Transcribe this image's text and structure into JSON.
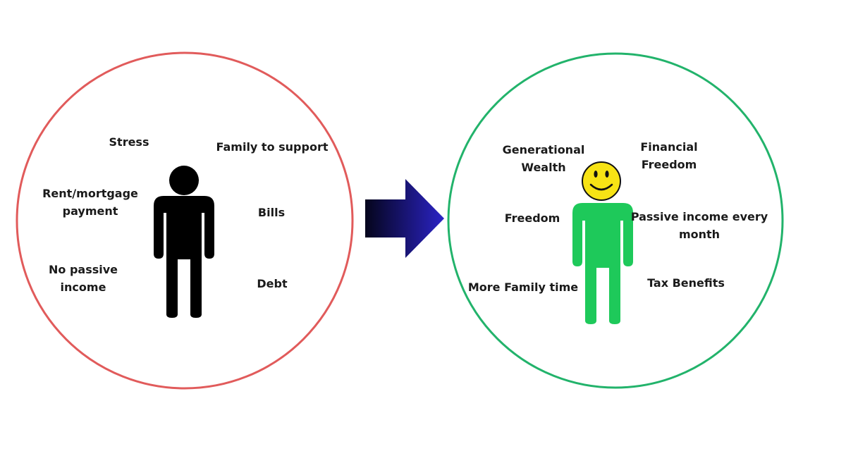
{
  "colors": {
    "before_circle": "#e15b5b",
    "after_circle": "#22b36b",
    "before_figure": "#000000",
    "after_figure": "#1ec95a",
    "smiley_face": "#f7e315",
    "arrow_start": "#05051c",
    "arrow_end": "#2b23c6"
  },
  "icons": {
    "before_person": "person-silhouette-icon",
    "after_person": "happy-person-icon",
    "transition": "right-arrow-icon"
  },
  "before": {
    "labels": {
      "stress": "Stress",
      "family": "Family to support",
      "rent": [
        "Rent/mortgage",
        "payment"
      ],
      "bills": "Bills",
      "no_passive": [
        "No passive",
        "income"
      ],
      "debt": "Debt"
    }
  },
  "after": {
    "labels": {
      "generational": [
        "Generational",
        "Wealth"
      ],
      "financial": [
        "Financial",
        "Freedom"
      ],
      "freedom": "Freedom",
      "passive": [
        "Passive income every",
        "month"
      ],
      "family_time": "More Family time",
      "tax": "Tax Benefits"
    }
  }
}
